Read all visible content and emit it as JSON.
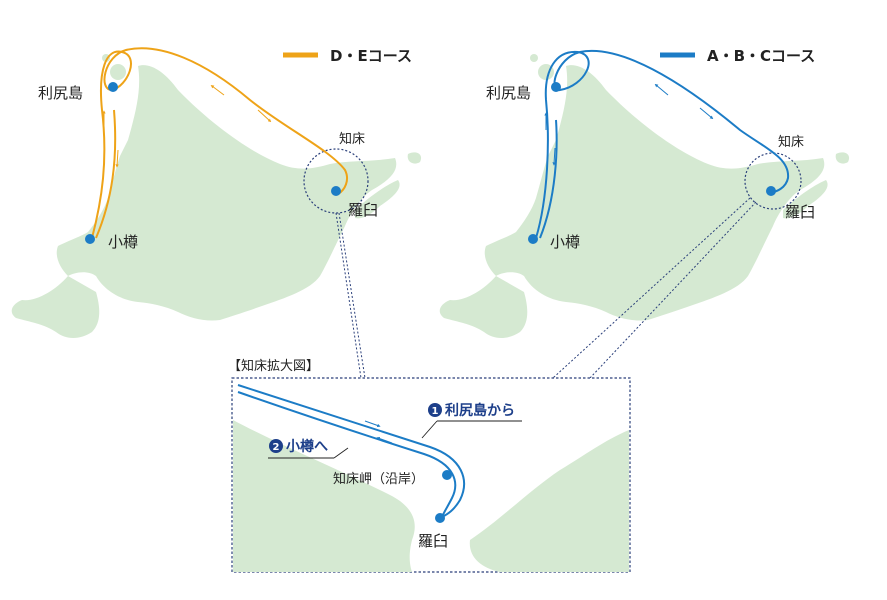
{
  "legend": {
    "de_label": "D・Eコース",
    "abc_label": "A・B・Cコース"
  },
  "places": {
    "rishiri": "利尻島",
    "otaru": "小樽",
    "shiretoko": "知床",
    "rausu": "羅臼",
    "cape": "知床岬（沿岸）"
  },
  "inset": {
    "title": "【知床拡大図】",
    "route1": "利尻島から",
    "route2": "小樽へ",
    "badge1": "1",
    "badge2": "2"
  },
  "colors": {
    "land": "#d5e9d2",
    "orange_route": "#eea318",
    "blue_route": "#1c7cc6",
    "dot": "#1c7cc6",
    "dash": "#2a3f7a",
    "route_text": "#1d3f8a"
  }
}
